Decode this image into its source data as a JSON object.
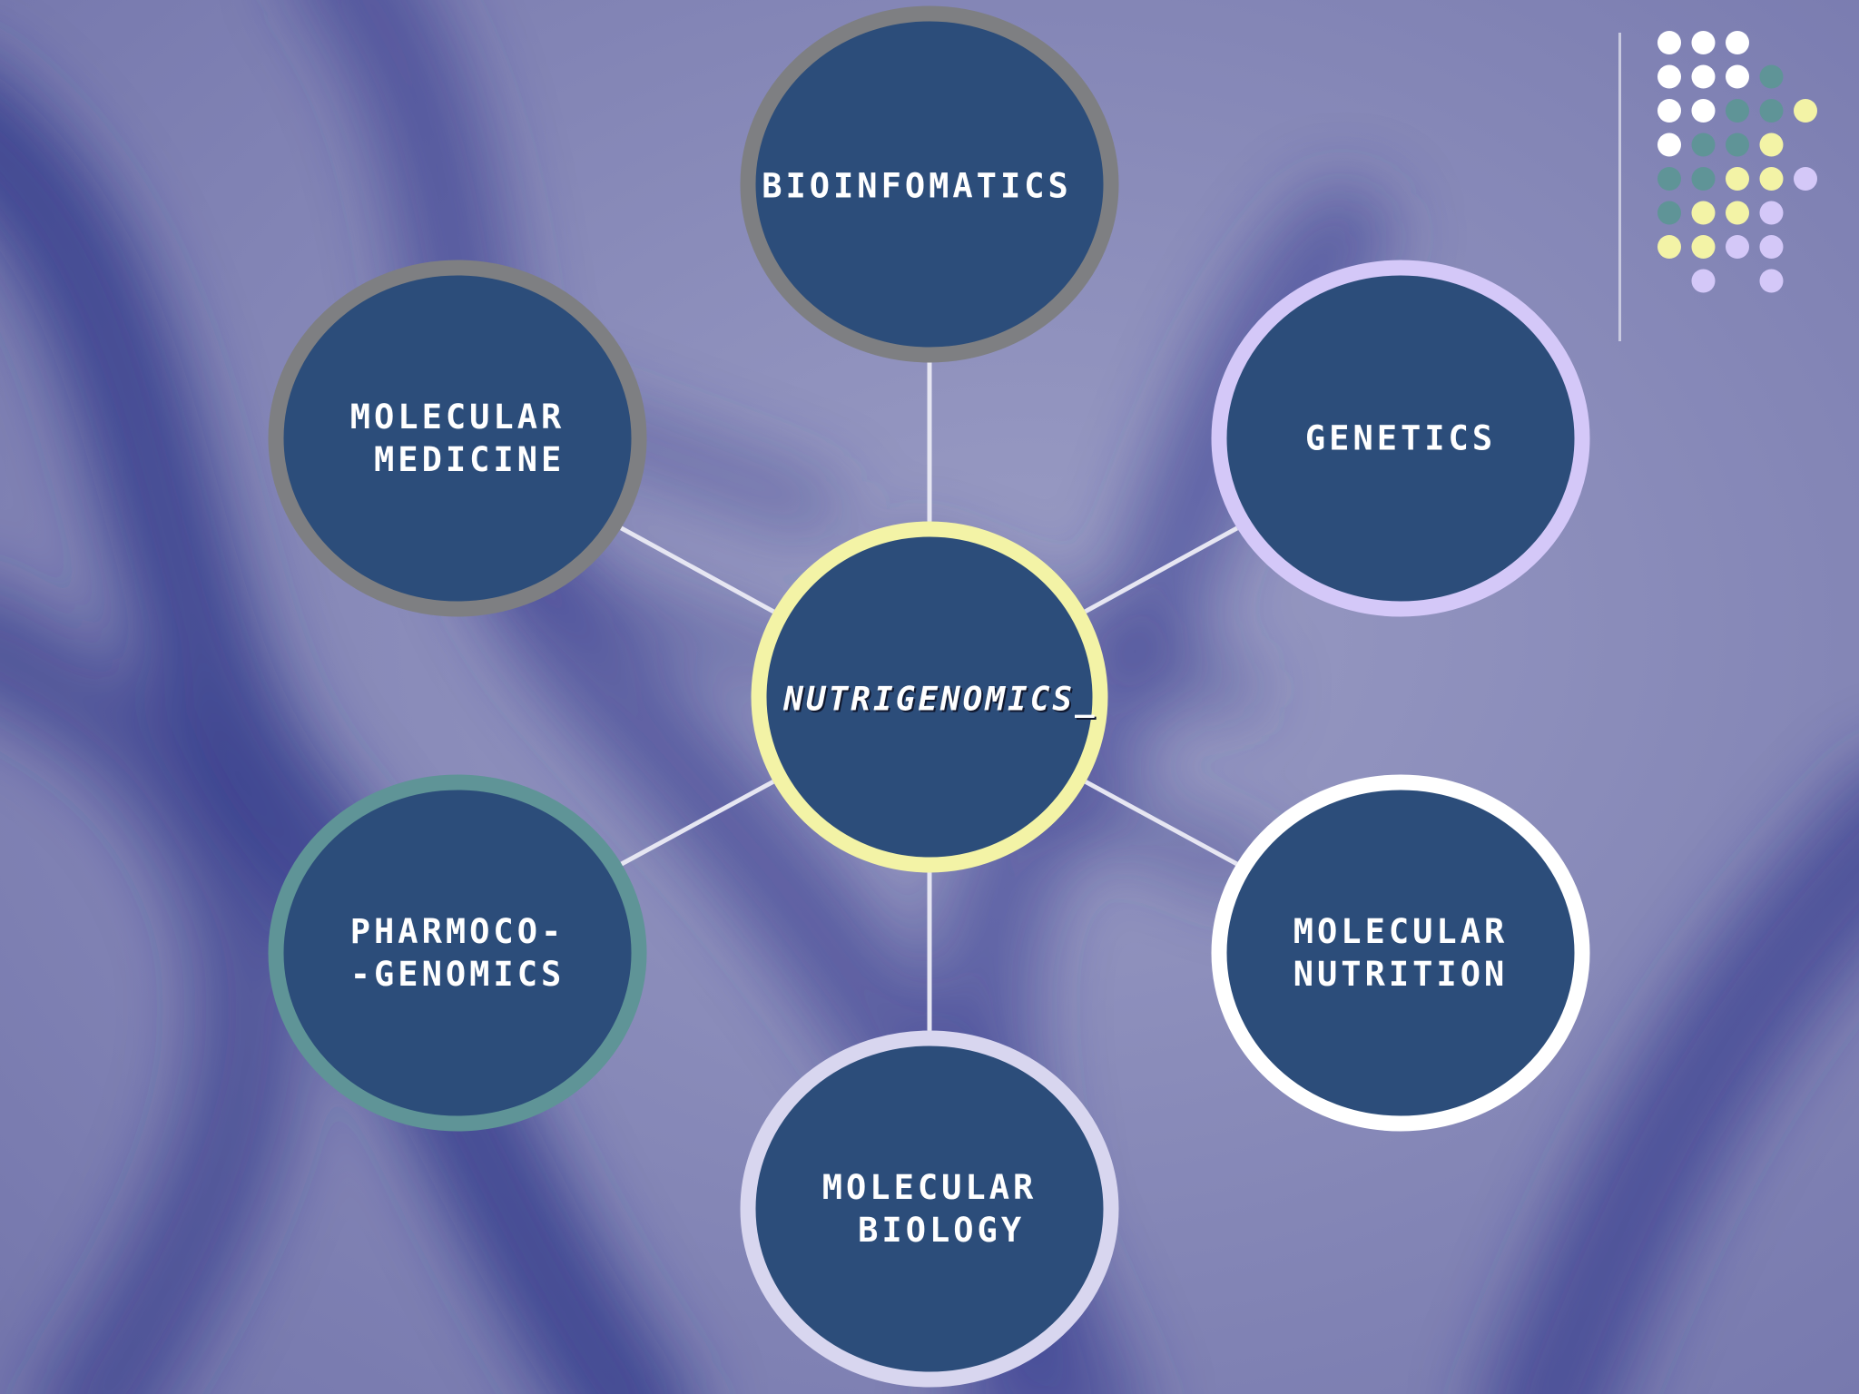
{
  "center": {
    "label": "NUTRIGENOMICS_",
    "ring_color": "#f3f3a6"
  },
  "nodes": [
    {
      "label": "BIOINFOMATICS",
      "ring_color": "#7e7f82"
    },
    {
      "label": "GENETICS",
      "ring_color": "#d4c8f8"
    },
    {
      "label": "MOLECULAR\nNUTRITION",
      "ring_color": "#ffffff"
    },
    {
      "label": "MOLECULAR\n BIOLOGY",
      "ring_color": "#d8d6ef"
    },
    {
      "label": "PHARMOCO-\n-GENOMICS",
      "ring_color": "#5f9497"
    },
    {
      "label": "MOLECULAR\n MEDICINE",
      "ring_color": "#7e7f82"
    }
  ],
  "colors": {
    "node_fill": "#2c4d7a",
    "connector": "#e6e6f2",
    "background": "#8a8cb8",
    "dot_white": "#ffffff",
    "dot_teal": "#5f9497",
    "dot_yellow": "#f3f3a6",
    "dot_lavender": "#d4c8f8"
  },
  "decor_dots": [
    [
      "white",
      "white",
      "white",
      "",
      ""
    ],
    [
      "white",
      "white",
      "white",
      "teal",
      ""
    ],
    [
      "white",
      "white",
      "teal",
      "teal",
      "yellow"
    ],
    [
      "white",
      "teal",
      "teal",
      "yellow",
      ""
    ],
    [
      "teal",
      "teal",
      "yellow",
      "yellow",
      "lavender"
    ],
    [
      "teal",
      "yellow",
      "yellow",
      "lavender",
      ""
    ],
    [
      "yellow",
      "yellow",
      "lavender",
      "lavender",
      ""
    ],
    [
      "",
      "lavender",
      "",
      "lavender",
      ""
    ]
  ]
}
